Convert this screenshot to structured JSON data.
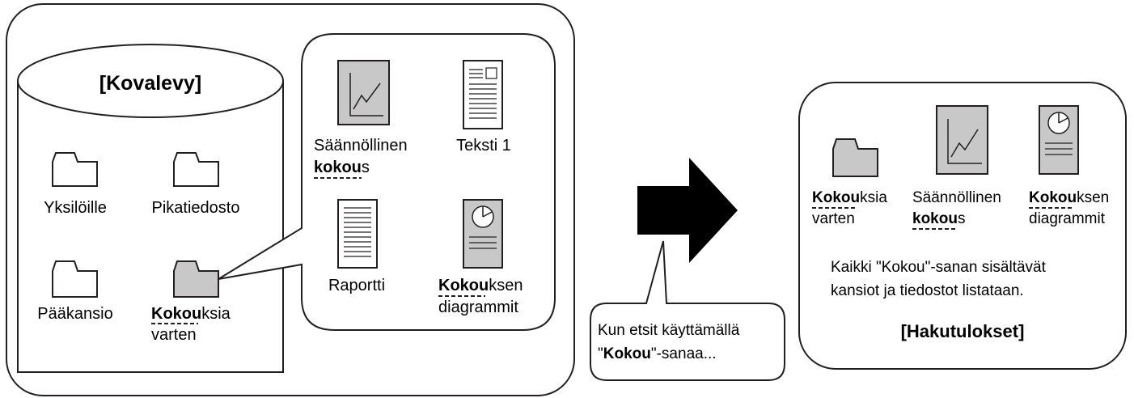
{
  "drive": {
    "title": "[Kovalevy]",
    "folders": [
      {
        "label_line1": "Yksilöille",
        "label_line2": "",
        "highlighted": false
      },
      {
        "label_line1": "Pikatiedosto",
        "label_line2": "",
        "highlighted": false
      },
      {
        "label_line1": "Pääkansio",
        "label_line2": "",
        "highlighted": false
      },
      {
        "label_line1_bold": "Kokou",
        "label_line1_rest": "ksia",
        "label_line2": "varten",
        "highlighted": true
      }
    ]
  },
  "folder_contents": {
    "files": [
      {
        "icon": "line-chart-document-icon",
        "line1": "Säännöllinen",
        "line2_bold": "kokou",
        "line2_rest": "s"
      },
      {
        "icon": "text-document-icon",
        "line1": "Teksti 1"
      },
      {
        "icon": "report-document-icon",
        "line1": "Raportti"
      },
      {
        "icon": "pie-chart-document-icon",
        "line1_bold": "Kokou",
        "line1_rest": "ksen",
        "line2": "diagrammit"
      }
    ]
  },
  "callout": {
    "line1": "Kun etsit käyttämällä",
    "line2_open_quote": "\"",
    "line2_bold": "Kokou",
    "line2_rest": "\"-sanaa..."
  },
  "results": {
    "items": [
      {
        "icon": "folder-icon",
        "line1_bold": "Kokou",
        "line1_rest": "ksia",
        "line2": "varten"
      },
      {
        "icon": "line-chart-document-icon",
        "line1": "Säännöllinen",
        "line2_bold": "kokou",
        "line2_rest": "s"
      },
      {
        "icon": "pie-chart-document-icon",
        "line1_bold": "Kokou",
        "line1_rest": "ksen",
        "line2": "diagrammit"
      }
    ],
    "description_line1": "Kaikki \"Kokou\"-sanan sisältävät",
    "description_line2": "kansiot ja tiedostot listataan.",
    "title": "[Hakutulokset]"
  },
  "colors": {
    "stroke": "#231f20",
    "highlight_fill": "#c8c8c8",
    "arrow_fill": "#000000"
  }
}
